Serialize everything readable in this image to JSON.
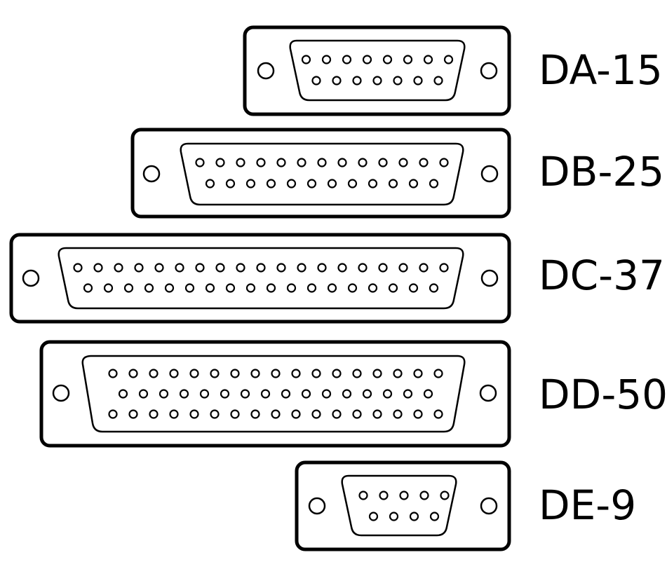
{
  "connectors": [
    {
      "id": "da-15",
      "label": "DA-15",
      "rows": [
        8,
        7
      ]
    },
    {
      "id": "db-25",
      "label": "DB-25",
      "rows": [
        13,
        12
      ]
    },
    {
      "id": "dc-37",
      "label": "DC-37",
      "rows": [
        19,
        18
      ]
    },
    {
      "id": "dd-50",
      "label": "DD-50",
      "rows": [
        17,
        16,
        17
      ]
    },
    {
      "id": "de-9",
      "label": "DE-9",
      "rows": [
        5,
        4
      ]
    }
  ]
}
